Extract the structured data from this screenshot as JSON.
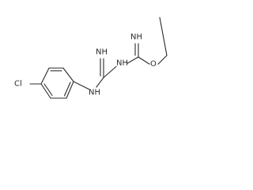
{
  "molecule": {
    "atoms": {
      "cl": "Cl",
      "nh_aryl": "NH",
      "nh_imine_left": "NH",
      "nh_link": "NH",
      "nh_imine_right": "NH",
      "o_ether": "O"
    }
  }
}
